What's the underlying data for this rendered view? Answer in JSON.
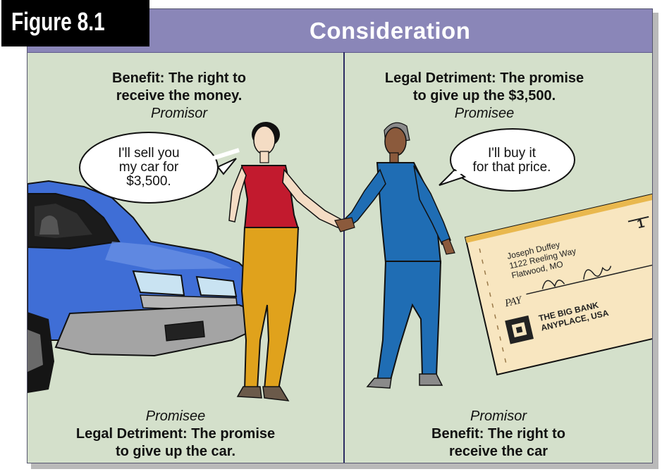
{
  "figure": {
    "label": "Figure 8.1",
    "title": "Consideration"
  },
  "left": {
    "top_benefit": [
      "Benefit: The right to",
      "receive the money."
    ],
    "top_role": "Promisor",
    "speech": [
      "I'll sell you",
      "my car for",
      "$3,500."
    ],
    "bottom_role": "Promisee",
    "bottom_detriment": [
      "Legal Detriment: The promise",
      "to give up the car."
    ]
  },
  "right": {
    "top_detriment": [
      "Legal Detriment: The promise",
      "to give up the $3,500."
    ],
    "top_role": "Promisee",
    "speech": [
      "I'll buy it",
      "for that price."
    ],
    "bottom_role": "Promisor",
    "bottom_benefit": [
      "Benefit: The right to",
      "receive the car"
    ]
  },
  "check": {
    "name": "Joseph Duffey",
    "address1": "1122 Reeling Way",
    "address2": "Flatwood, MO",
    "number": "1",
    "pay_label": "PAY",
    "bank1": "THE BIG BANK",
    "bank2": "ANYPLACE, USA"
  },
  "colors": {
    "panel_bg": "#d4e0cb",
    "header_band": "#8a86b8",
    "divider": "#2c2c62",
    "car_blue": "#3f6ed6",
    "woman_shirt": "#c21a2e",
    "woman_pants": "#e0a21c",
    "man_suit": "#1f6db4",
    "check_paper": "#f8e6c0"
  }
}
